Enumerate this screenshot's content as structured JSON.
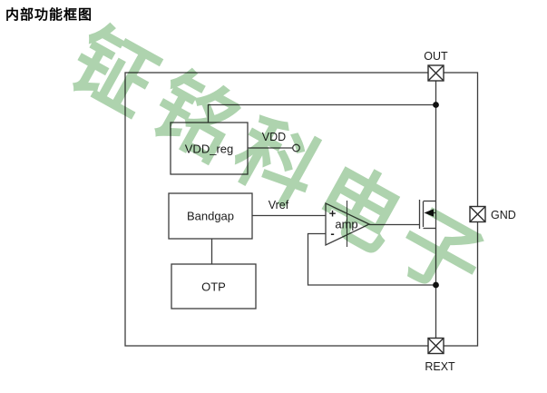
{
  "page": {
    "title": "内部功能框图"
  },
  "watermark": {
    "text": "钲铭科电子",
    "color": "#aed3ae"
  },
  "diagram": {
    "blocks": {
      "vdd_reg": "VDD_reg",
      "bandgap": "Bandgap",
      "otp": "OTP"
    },
    "amplifier": {
      "label": "amp",
      "plus": "+",
      "minus": "-"
    },
    "nets": {
      "vdd": "VDD",
      "vref": "Vref"
    },
    "pins": {
      "out": "OUT",
      "gnd": "GND",
      "rext": "REXT"
    },
    "colors": {
      "line": "#3d3d3d",
      "junction_dot": "#111111",
      "watermark_green": "#aed3ae"
    }
  }
}
